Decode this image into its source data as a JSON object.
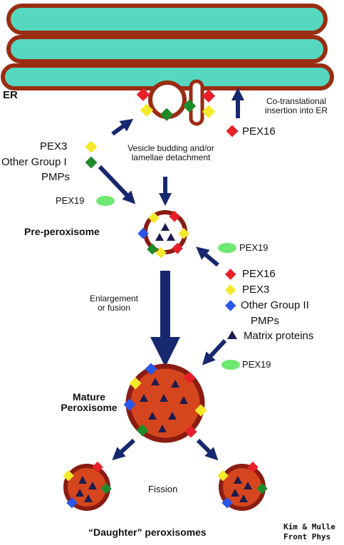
{
  "labels": {
    "er": "ER",
    "cotranslational": "Co-translational",
    "insertion_into_er": "insertion into ER",
    "pex16_top": "PEX16",
    "vesicle_budding": "Vesicle budding and/or",
    "lamellae_detachment": "lamellae detachment",
    "pex3_left": "PEX3",
    "other_group_i": "Other Group I",
    "pmps_left": "PMPs",
    "pex19_left": "PEX19",
    "pre_peroxisome": "Pre-peroxisome",
    "pex19_mid": "PEX19",
    "pex16_mid": "PEX16",
    "pex3_mid": "PEX3",
    "other_group_ii": "Other Group II",
    "pmps_mid": "PMPs",
    "matrix_proteins": "Matrix proteins",
    "pex19_low": "PEX19",
    "enlargement": "Enlargement",
    "or_fusion": "or fusion",
    "mature": "Mature",
    "peroxisome": "Peroxisome",
    "fission": "Fission",
    "daughter_peroxisomes": "“Daughter” peroxisomes",
    "credit_line1": "Kim & Mulle",
    "credit_line2": "Front Phys"
  },
  "colors": {
    "er_fill": "#56d8c0",
    "er_stroke": "#9a2c12",
    "peroxisome_fill": "#d6461e",
    "peroxisome_rim": "#8a1c12",
    "arrow": "#17286e",
    "pex16": "#e8202a",
    "pex3": "#f4ea2a",
    "group_i": "#1f8a2a",
    "group_ii": "#2a57e8",
    "matrix": "#1c1c4e",
    "pex19": "#6ee870"
  }
}
